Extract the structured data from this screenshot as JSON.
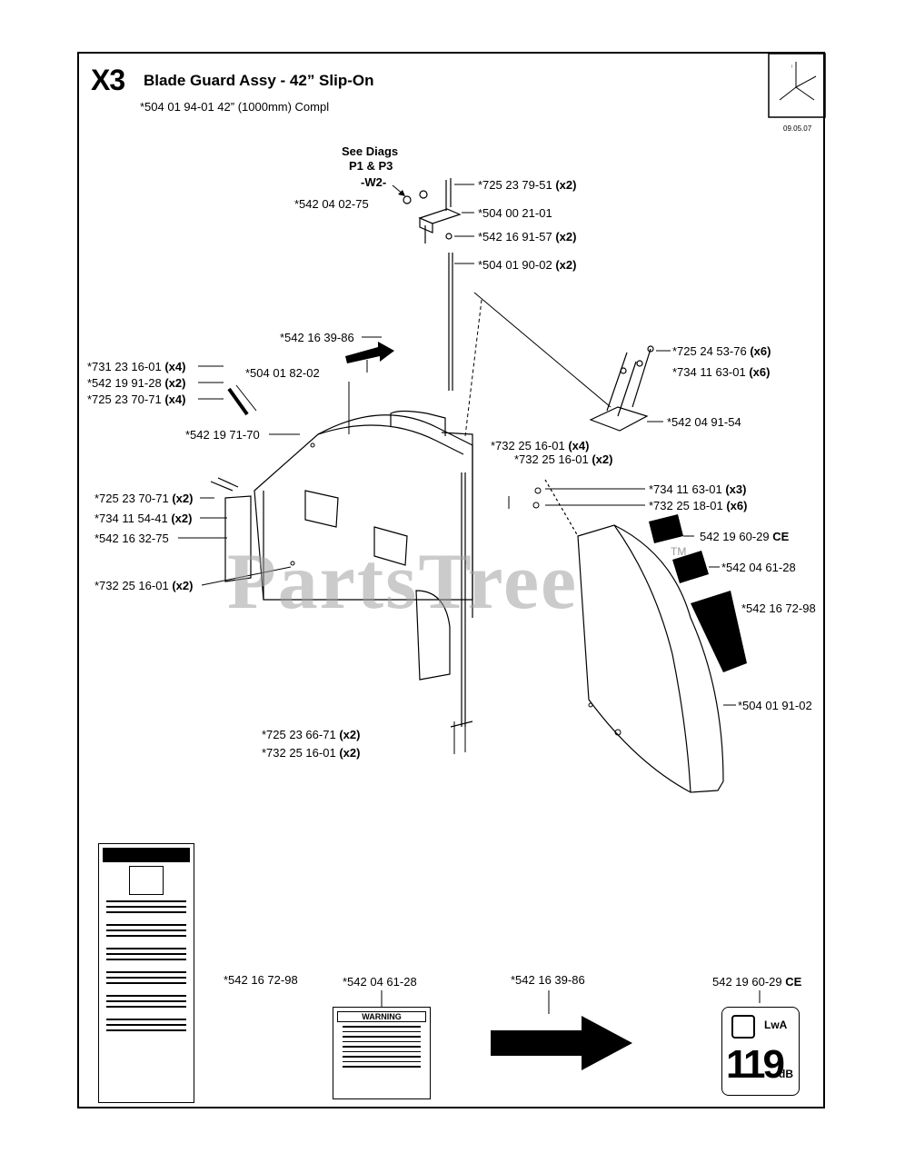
{
  "header": {
    "section": "X3",
    "title": "Blade Guard Assy - 42” Slip-On",
    "subtitle": "*504 01 94-01 42” (1000mm) Compl",
    "date": "09.05.07"
  },
  "see_diags": {
    "line1": "See Diags",
    "line2": "P1 & P3",
    "line3": "-W2-"
  },
  "parts": {
    "p1": "*725 23 79-51",
    "p1q": "(x2)",
    "p2": "*504 00 21-01",
    "p3": "*542 16 91-57",
    "p3q": "(x2)",
    "p4": "*504 01 90-02",
    "p4q": "(x2)",
    "p5": "*542 04 02-75",
    "p6": "*542 16 39-86",
    "p7": "*731 23 16-01",
    "p7q": "(x4)",
    "p8": "*542 19 91-28",
    "p8q": "(x2)",
    "p9": "*725 23 70-71",
    "p9q": "(x4)",
    "p10": "*504 01 82-02",
    "p11": "*542 19 71-70",
    "p12": "*725 24 53-76",
    "p12q": "(x6)",
    "p13": "*734 11 63-01",
    "p13q": "(x6)",
    "p14": "*542 04 91-54",
    "p15": "*732 25 16-01",
    "p15q": "(x4)",
    "p16": "*732 25 16-01",
    "p16q": "(x2)",
    "p17": "*725 23 70-71",
    "p17q": "(x2)",
    "p18": "*734 11 54-41",
    "p18q": "(x2)",
    "p19": "*542 16 32-75",
    "p20": "*732 25 16-01",
    "p20q": "(x2)",
    "p21": "*734 11 63-01",
    "p21q": "(x3)",
    "p22": "*732 25 18-01",
    "p22q": "(x6)",
    "p23": "542 19 60-29",
    "p23q": "CE",
    "p24": "*542 04 61-28",
    "p25": "*542 16 72-98",
    "p26": "*504 01 91-02",
    "p27": "*725 23 66-71",
    "p27q": "(x2)",
    "p28": "*732 25 16-01",
    "p28q": "(x2)"
  },
  "decals": {
    "d1": "*542 16 72-98",
    "d2": "*542 04 61-28",
    "d2_heading": "WARNING",
    "d3": "*542 16 39-86",
    "d4": "542 19 60-29",
    "d4q": "CE",
    "d4_big": "119",
    "d4_unit": "dB",
    "d4_lwa": "LwA"
  },
  "watermark": {
    "text": "PartsTree",
    "tm": "TM"
  }
}
